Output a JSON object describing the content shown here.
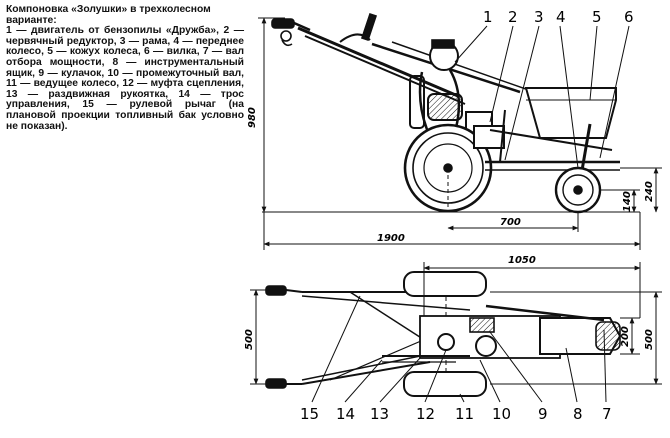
{
  "caption": {
    "title": "Компоновка «Золушки» в трехколесном варианте:",
    "body": "1 — двигатель от бензопилы «Дружба», 2 — червячный редуктор, 3 — рама, 4 — переднее колесо, 5 — кожух колеса, 6 — вилка, 7 — вал отбора мощности, 8 — инструментальный ящик, 9 — кулачок, 10 — промежуточный вал, 11 — ведущее колесо, 12 — муфта сцепления, 13 — раздвижная рукоятка, 14 — трос управления, 15 — рулевой рычаг (на плановой проекции топливный бак условно не показан)."
  },
  "side_view": {
    "labels": [
      "1",
      "2",
      "3",
      "4",
      "5",
      "6"
    ],
    "dims": {
      "height": "980",
      "length": "1900",
      "wheelbase": "700",
      "h1": "140",
      "h2": "240"
    }
  },
  "plan_view": {
    "labels": [
      "15",
      "14",
      "13",
      "12",
      "11",
      "10",
      "9",
      "8",
      "7"
    ],
    "dims": {
      "length": "1050",
      "width": "500",
      "inner_width": "200",
      "right_width": "500"
    }
  }
}
